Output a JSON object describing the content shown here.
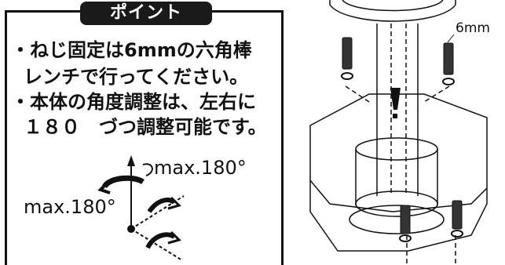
{
  "point_box": {
    "tab_title": "ポイント",
    "tips": [
      "・ねじ固定は6mmの六角棒",
      "レンチで行ってください。",
      "・本体の角度調整は、左右に",
      "１８０　づつ調整可能です。"
    ]
  },
  "rotation": {
    "top_label": "max.180°",
    "left_label": "max.180°"
  },
  "assembly": {
    "screw_size_label": "6mm"
  }
}
